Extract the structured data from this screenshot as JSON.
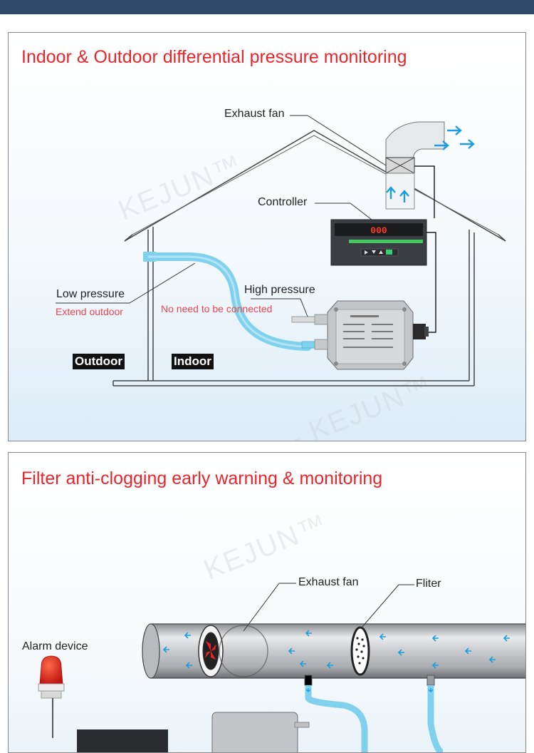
{
  "section1": {
    "title": "Indoor & Outdoor differential pressure monitoring",
    "labels": {
      "exhaust_fan": "Exhaust fan",
      "controller": "Controller",
      "low_pressure": "Low pressure",
      "extend_outdoor": "Extend outdoor",
      "high_pressure": "High pressure",
      "no_need": "No need to be connected",
      "outdoor": "Outdoor",
      "indoor": "Indoor"
    },
    "controller_display": "000",
    "watermark": "KEJUN"
  },
  "section2": {
    "title": "Filter anti-clogging early warning & monitoring",
    "labels": {
      "exhaust_fan": "Exhaust fan",
      "filter": "Fliter",
      "alarm_device": "Alarm device"
    },
    "watermark": "KEJUN"
  },
  "colors": {
    "title_red": "#e8252b",
    "tube_blue": "#7fd1ee",
    "arrow_blue": "#1a9ee0",
    "header_bar": "#2e4a68"
  }
}
